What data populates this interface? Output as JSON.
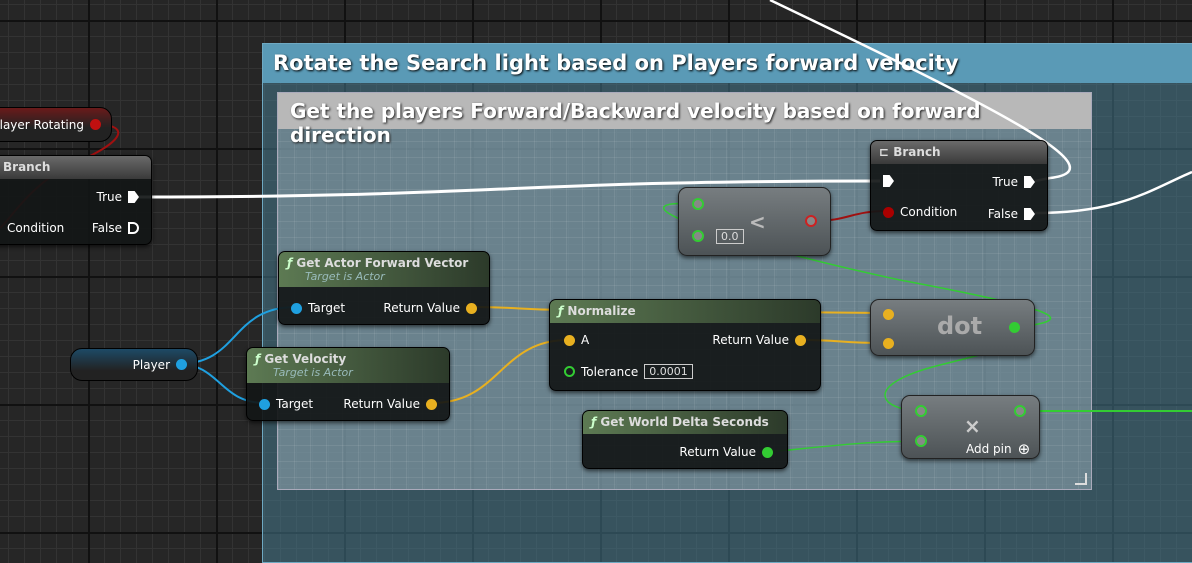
{
  "comments": {
    "outer": "Rotate the Search light based on Players forward velocity",
    "inner": "Get the players Forward/Backward velocity based on forward direction"
  },
  "var_rotating": "layer Rotating",
  "var_player": "Player",
  "branch_left": {
    "title": "Branch",
    "true": "True",
    "false": "False",
    "condition": "Condition"
  },
  "branch_right": {
    "title": "Branch",
    "true": "True",
    "false": "False",
    "condition": "Condition"
  },
  "less": {
    "symbol": "<",
    "default": "0.0"
  },
  "forward_vector": {
    "title": "Get Actor Forward Vector",
    "subtitle": "Target is Actor",
    "target": "Target",
    "ret": "Return Value"
  },
  "velocity": {
    "title": "Get Velocity",
    "subtitle": "Target is Actor",
    "target": "Target",
    "ret": "Return Value"
  },
  "normalize": {
    "title": "Normalize",
    "a": "A",
    "ret": "Return Value",
    "tolerance": "Tolerance",
    "tol_value": "0.0001"
  },
  "dot": {
    "label": "dot"
  },
  "delta": {
    "title": "Get World Delta Seconds",
    "ret": "Return Value"
  },
  "multiply": {
    "symbol": "×",
    "add_pin": "Add pin"
  },
  "icons": {
    "function": "ƒ",
    "branch": "branch-icon",
    "add": "⊕"
  }
}
